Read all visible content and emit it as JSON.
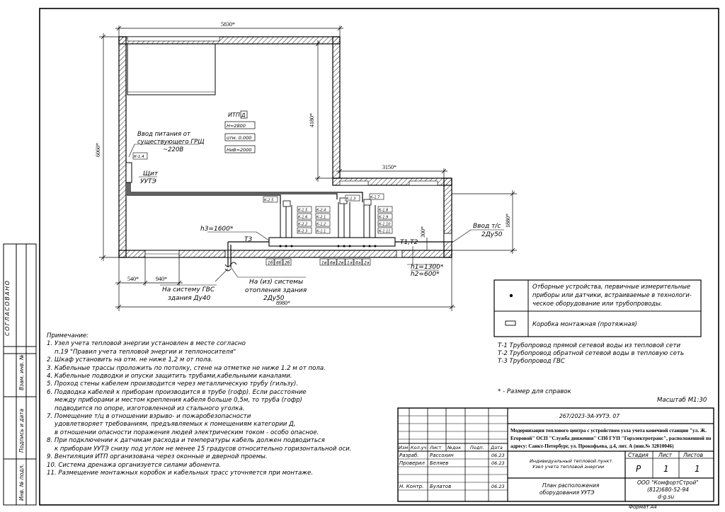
{
  "plan": {
    "dims": {
      "top_width": "5830*",
      "height_left": "6060*",
      "height_inner": "4180*",
      "annex_width": "3150*",
      "annex_height": "1880*",
      "dist_540": "540*",
      "dist_940": "940*",
      "total_width": "8980*",
      "vert_300": "300*"
    },
    "room_label": "ИТП",
    "room_num": "Д",
    "room_box1": "Н=2800",
    "room_box2": "отм. 0.000",
    "room_box3": "НиВ=2000",
    "power_input_line1": "Ввод питания от",
    "power_input_line2": "существующего ГРЩ",
    "power_input_line3": "~220В",
    "panel_line1": "Щит",
    "panel_line2": "УУТЭ",
    "k_tag_panel": "К-1.4",
    "h3": "h3=1600*",
    "t3": "Т3",
    "t1t2": "Т1,Т2",
    "input_ts_line1": "Ввод т/с",
    "input_ts_line2": "2Ду50",
    "h1": "h1=1300*",
    "h2": "h2=600*",
    "gvs_line1": "На систему ГВС",
    "gvs_line2": "здания Ду40",
    "heating_line1": "На (из) системы",
    "heating_line2": "отопления здания",
    "heating_line3": "2Ду50",
    "tags_k": [
      "К-2.5",
      "К-1.5",
      "К-1.6",
      "К-2.2",
      "К-2.3",
      "К-2.4",
      "К-2.1",
      "К-1.2",
      "К-1.1",
      "К-1.3",
      "К-1.7",
      "К-1.8",
      "К-1.9",
      "К-1.10",
      "К-1.11"
    ],
    "bottom_tags_left": [
      "1б",
      "6б",
      "2б"
    ],
    "bottom_tags_right": [
      "1в",
      "6в",
      "2в",
      "1а",
      "6а",
      "2а"
    ]
  },
  "legend": {
    "row1": "Отборные устройства, первичные измерительные приборы или датчики, встраиваемые в технологическое оборудование или трубопроводы.",
    "row1_l1": "Отборные устройства, первичные измерительные",
    "row1_l2": "приборы или датчики, встраиваемые в технологи-",
    "row1_l3": "ческое оборудование или трубопроводы.",
    "row2": "Коробка монтажная (протяжная)"
  },
  "pipes": [
    "Т-1 Трубопровод прямой сетевой воды из тепловой сети",
    "Т-2 Трубопровод обратной сетевой воды в тепловую сеть",
    "Т-3 Трубопровод ГВС"
  ],
  "ref_note": "* - Размер для справок",
  "scale": "Масштаб М1:30",
  "notes_title": "Примечание:",
  "notes": [
    "1. Узел учета тепловой энергии установлен в месте согласно",
    "п.19 \"Правил учета тепловой энергии и теплоносителя\"",
    "2. Шкаф установить на отм. не ниже 1,2 м от пола.",
    "3. Кабельные трассы проложить по потолку, стене на отметке не ниже 1.2 м от пола.",
    "4. Кабельные подводки и опуски защитить трубами,кабельными каналами.",
    "5. Проход стены кабелем производится через металлическую трубу (гильзу).",
    "6. Подводка кабелей к приборам производится в трубе (гофр). Если расстояние",
    "между приборами и местом крепления кабеля  больше 0,5м, то труба (гофр)",
    "подводится по опоре, изготовленной из стального уголка.",
    "7. Помещение т/ц в отношении взрыво- и пожаробезопасности",
    "удовлетворяет требованиям, предъявляемых к помещениям категории Д,",
    "в отношении опасности поражения людей электрическим током - особо опасное.",
    "8. При подключении к датчикам расхода и температуры кабель должен подводиться",
    "к приборам УУТЭ снизу под углом не менее 15 градусов относительно горизонтальной оси.",
    "9. Вентиляция ИТП организована через оконные и дверной проемы.",
    "10. Система дренажа организуется силами абонента.",
    "11. Размещение монтажных коробок и кабельных трасс уточняется при монтаже."
  ],
  "side_stamp": {
    "agreed": "СОГЛАСОВАНО",
    "vzam": "Взам. инв. №",
    "podp": "Подпись и дата",
    "inv": "Инв. № подл."
  },
  "title_block": {
    "doc_code": "267/2023-ЭА-УУТЭ. 07",
    "project_l1": "Модернизация теплового центра с устройством узла учета конечной станции \"ул. Ж.",
    "project_l2": "Егоровой\" ОСП \"Служба движения\" СПб ГУП \"Горэлектротранс\", расположенной по",
    "project_l3": "адресу: Санкт-Петербург, ул. Прокофьева, д.4, лит. А (инв.№ 32010046)",
    "headers": [
      "Изм",
      "Кол.уч",
      "Лист",
      "№док",
      "Подп.",
      "Дата"
    ],
    "rows": [
      {
        "role": "Разраб.",
        "name": "Рассохин",
        "date": "06.23"
      },
      {
        "role": "Проверил",
        "name": "Беляев",
        "date": "06.23"
      },
      {
        "role": "Н. Контр.",
        "name": "Булатов",
        "date": "06.23"
      }
    ],
    "object_l1": "Индивидуальный тепловой пункт.",
    "object_l2": "Узел учета тепловой энергии",
    "stage_h": "Стадия",
    "sheet_h": "Лист",
    "sheets_h": "Листов",
    "stage": "Р",
    "sheet": "1",
    "sheets": "1",
    "drawing_l1": "План расположения",
    "drawing_l2": "оборудования УУТЭ",
    "company_l1": "ООО \"КомфортСтрой\"",
    "company_l2": "(812)680-52-94",
    "company_l3": "d-g.su",
    "format": "Формат А4"
  }
}
